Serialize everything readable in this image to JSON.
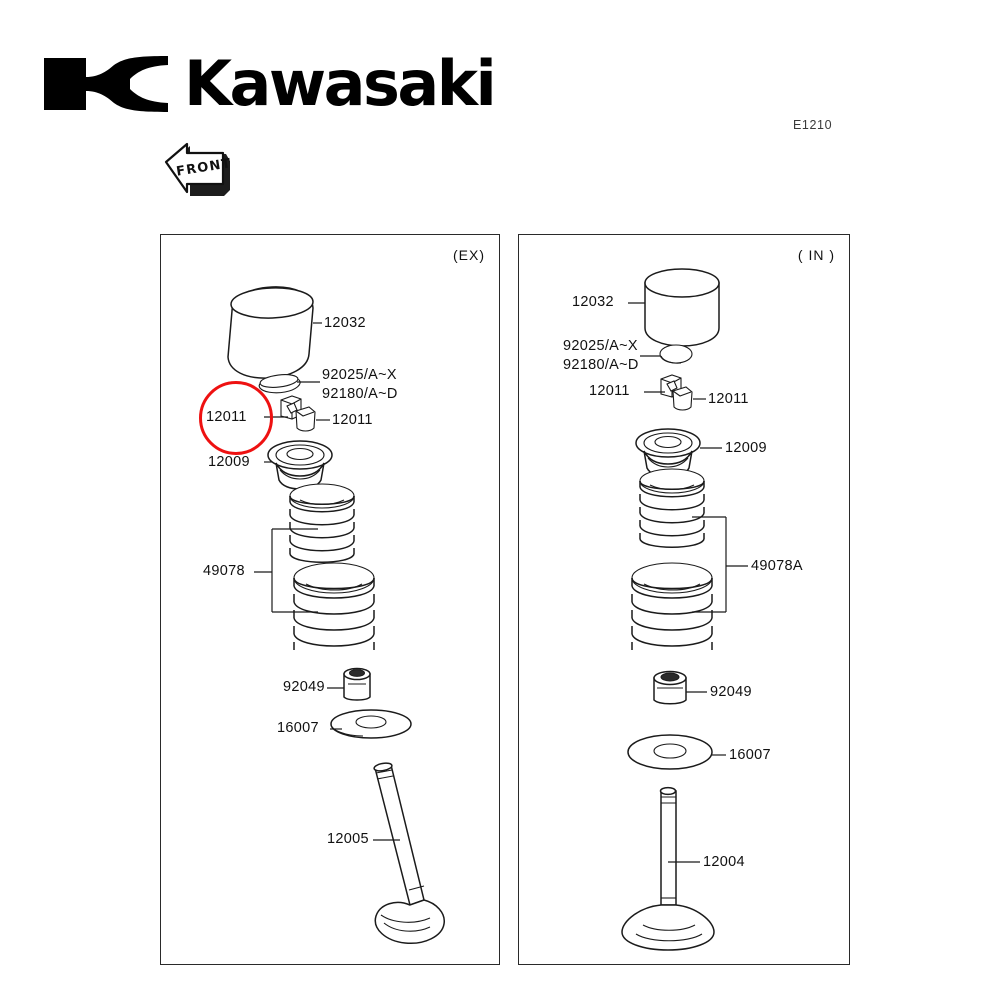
{
  "brand": {
    "name": "Kawasaki",
    "logo_icon": "kawasaki-river-mark"
  },
  "diagram": {
    "code": "E1210",
    "orientation_marker": "FRONT"
  },
  "panels": [
    {
      "id": "ex",
      "title": "(EX)",
      "parts": [
        {
          "number": "12032",
          "name": "valve-tappet"
        },
        {
          "number": "92025/A~X",
          "name": "valve-shim-a"
        },
        {
          "number": "92180/A~D",
          "name": "valve-shim-b"
        },
        {
          "number": "12011",
          "name": "valve-keeper-left"
        },
        {
          "number": "12011",
          "name": "valve-keeper-right"
        },
        {
          "number": "12009",
          "name": "spring-retainer"
        },
        {
          "number": "49078",
          "name": "valve-springs"
        },
        {
          "number": "92049",
          "name": "valve-stem-seal"
        },
        {
          "number": "16007",
          "name": "spring-seat-washer"
        },
        {
          "number": "12005",
          "name": "exhaust-valve"
        }
      ]
    },
    {
      "id": "in",
      "title": "( IN )",
      "parts": [
        {
          "number": "12032",
          "name": "valve-tappet"
        },
        {
          "number": "92025/A~X",
          "name": "valve-shim-a"
        },
        {
          "number": "92180/A~D",
          "name": "valve-shim-b"
        },
        {
          "number": "12011",
          "name": "valve-keeper-left"
        },
        {
          "number": "12011",
          "name": "valve-keeper-right"
        },
        {
          "number": "12009",
          "name": "spring-retainer"
        },
        {
          "number": "49078A",
          "name": "valve-springs"
        },
        {
          "number": "92049",
          "name": "valve-stem-seal"
        },
        {
          "number": "16007",
          "name": "spring-seat-washer"
        },
        {
          "number": "12004",
          "name": "intake-valve"
        }
      ]
    }
  ],
  "annotation": {
    "highlight_color": "#ee1111",
    "highlighted_part": "12011"
  }
}
